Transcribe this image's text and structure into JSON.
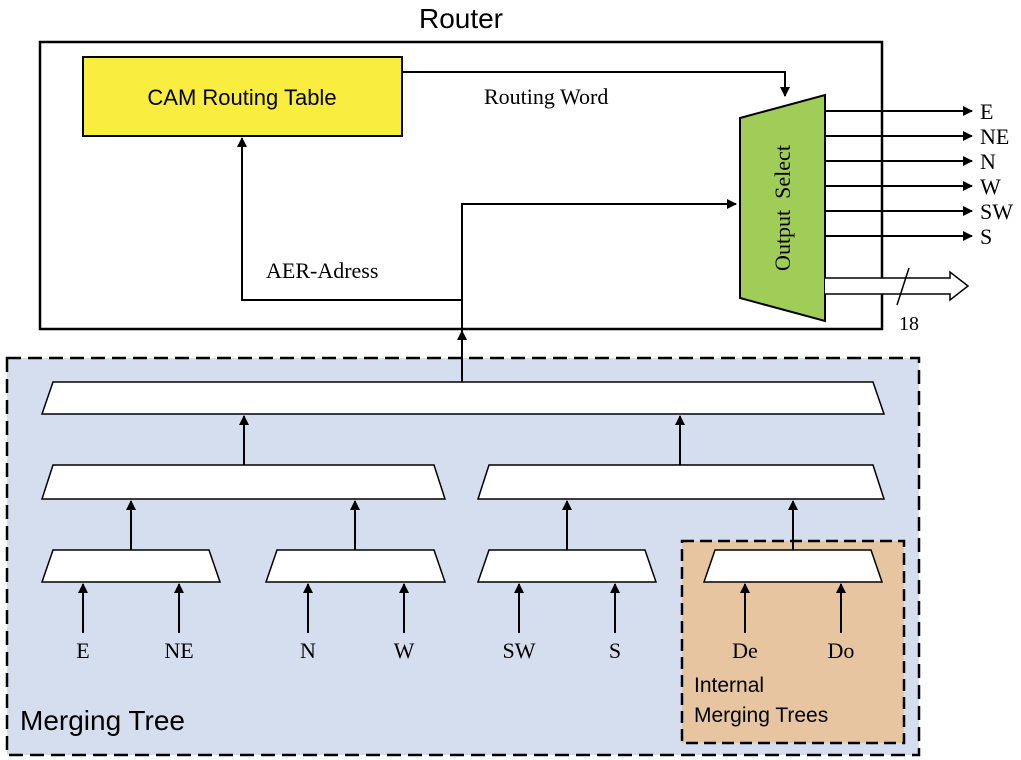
{
  "router": {
    "title": "Router",
    "cam_label": "CAM Routing Table",
    "routing_word_label": "Routing Word",
    "aer_label": "AER-Adress",
    "output_select_label": "Output  Select",
    "bus_width": "18"
  },
  "outputs": [
    "E",
    "NE",
    "N",
    "W",
    "SW",
    "S"
  ],
  "merging_tree": {
    "label": "Merging Tree",
    "inputs": [
      "E",
      "NE",
      "N",
      "W",
      "SW",
      "S"
    ]
  },
  "internal": {
    "label_line1": "Internal",
    "label_line2": "Merging Trees",
    "inputs": [
      "De",
      "Do"
    ]
  },
  "colors": {
    "cam_fill": "#f9ed3f",
    "output_select_fill": "#9fcd58",
    "merging_tree_fill": "#d5deee",
    "internal_fill": "#e6c5a0"
  }
}
